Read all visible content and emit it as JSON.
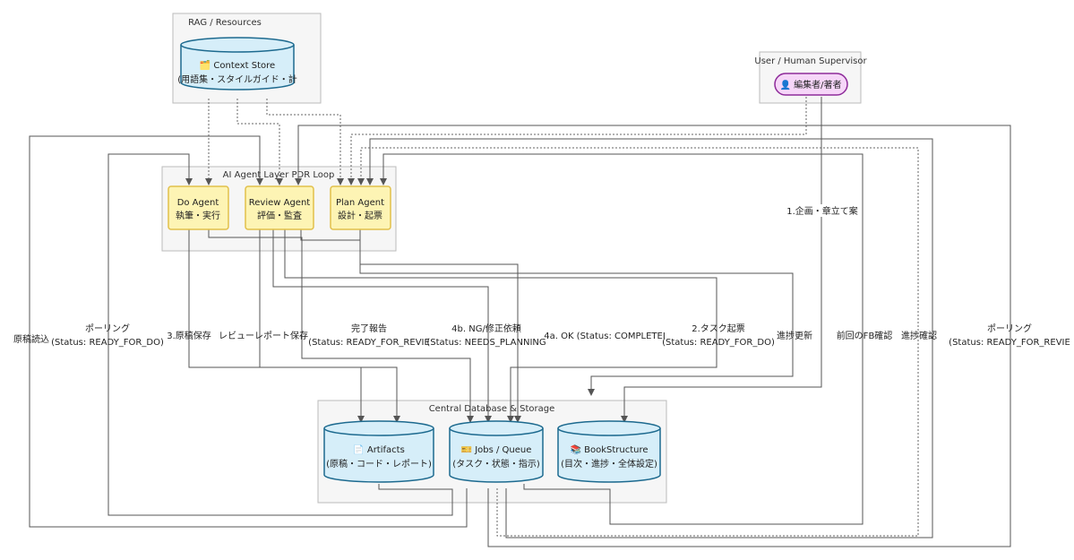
{
  "groups": {
    "rag": "RAG / Resources",
    "user": "User / Human Supervisor",
    "ai": "AI Agent Layer PDR Loop",
    "db": "Central Database & Storage"
  },
  "nodes": {
    "context_store": {
      "line1": "🗂️ Context Store",
      "line2": "(用語集・スタイルガイド・計"
    },
    "editor": {
      "label": "👤 編集者/著者"
    },
    "do_agent": {
      "line1": "Do Agent",
      "line2": "執筆・実行"
    },
    "review_agent": {
      "line1": "Review Agent",
      "line2": "評価・監査"
    },
    "plan_agent": {
      "line1": "Plan Agent",
      "line2": "設計・起票"
    },
    "artifacts": {
      "line1": "📄 Artifacts",
      "line2": "(原稿・コード・レポート)"
    },
    "jobs": {
      "line1": "🎫 Jobs / Queue",
      "line2": "(タスク・状態・指示)"
    },
    "book": {
      "line1": "📚 BookStructure",
      "line2": "(目次・進捗・全体設定)"
    }
  },
  "edge_labels": {
    "manuscript_read": "原稿読込",
    "polling_left_1": "ポーリング",
    "polling_left_2": "(Status: READY_FOR_DO)",
    "save_draft": "3.原稿保存",
    "save_review": "レビューレポート保存",
    "done_report_1": "完了報告",
    "done_report_2": "(Status: READY_FOR_REVIE",
    "ng_1": "4b. NG/修正依頼",
    "ng_2": "(Status: NEEDS_PLANNING",
    "ok_1": "4a. OK (Status: COMPLETEI",
    "ticket_1": "2.タスク起票",
    "ticket_2": "(Status: READY_FOR_DO)",
    "progress_update": "進捗更新",
    "prev_fb": "前回のFB確認",
    "progress_check": "進捗確認",
    "polling_right_1": "ポーリング",
    "polling_right_2": "(Status: READY_FOR_REVIE",
    "plan_proposal": "1.企画・章立て案"
  },
  "colors": {
    "agent_fill": "#fdf4b4",
    "agent_stroke": "#e2c04a",
    "db_fill": "#d6eef9",
    "db_stroke": "#1d6a8f",
    "user_fill": "#f6d6f8",
    "user_stroke": "#8e2b9a",
    "group_fill": "#f6f6f6",
    "group_stroke": "#bbbbbb"
  }
}
